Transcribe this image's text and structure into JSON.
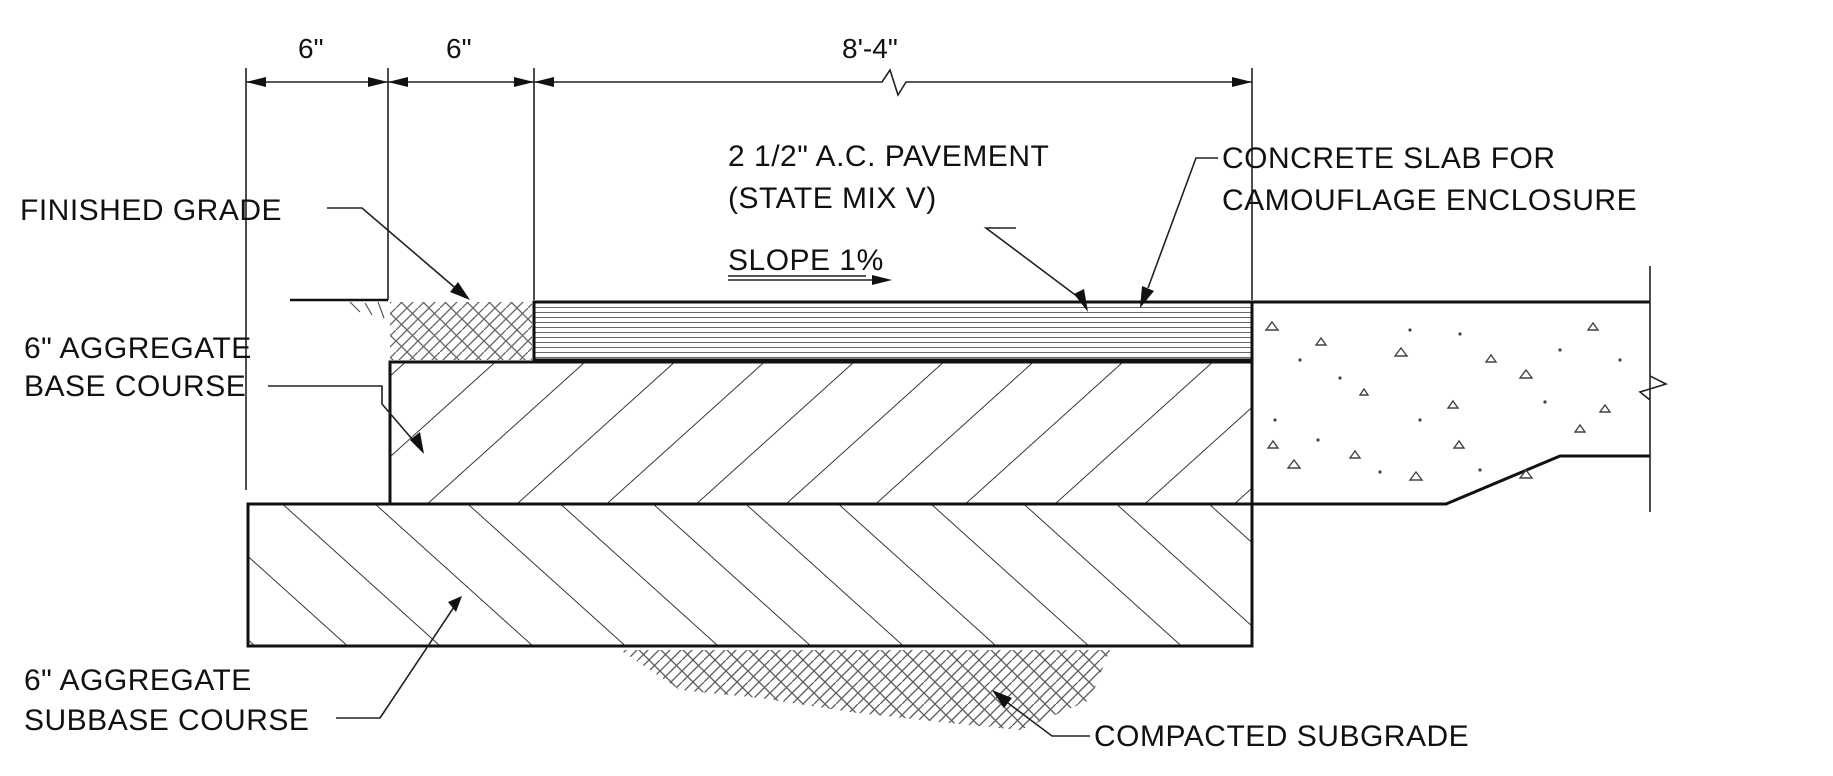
{
  "dimensions": {
    "dim_1": "6\"",
    "dim_2": "6\"",
    "dim_3": "8'-4\""
  },
  "labels": {
    "pavement_line1": "2 1/2\" A.C. PAVEMENT",
    "pavement_line2": "(STATE MIX V)",
    "slab_line1": "CONCRETE SLAB FOR",
    "slab_line2": "CAMOUFLAGE ENCLOSURE",
    "finished_grade": "FINISHED GRADE",
    "slope": "SLOPE 1%",
    "base_line1": "6\" AGGREGATE",
    "base_line2": "BASE COURSE",
    "subbase_line1": "6\" AGGREGATE",
    "subbase_line2": "SUBBASE COURSE",
    "subgrade": "COMPACTED SUBGRADE"
  }
}
